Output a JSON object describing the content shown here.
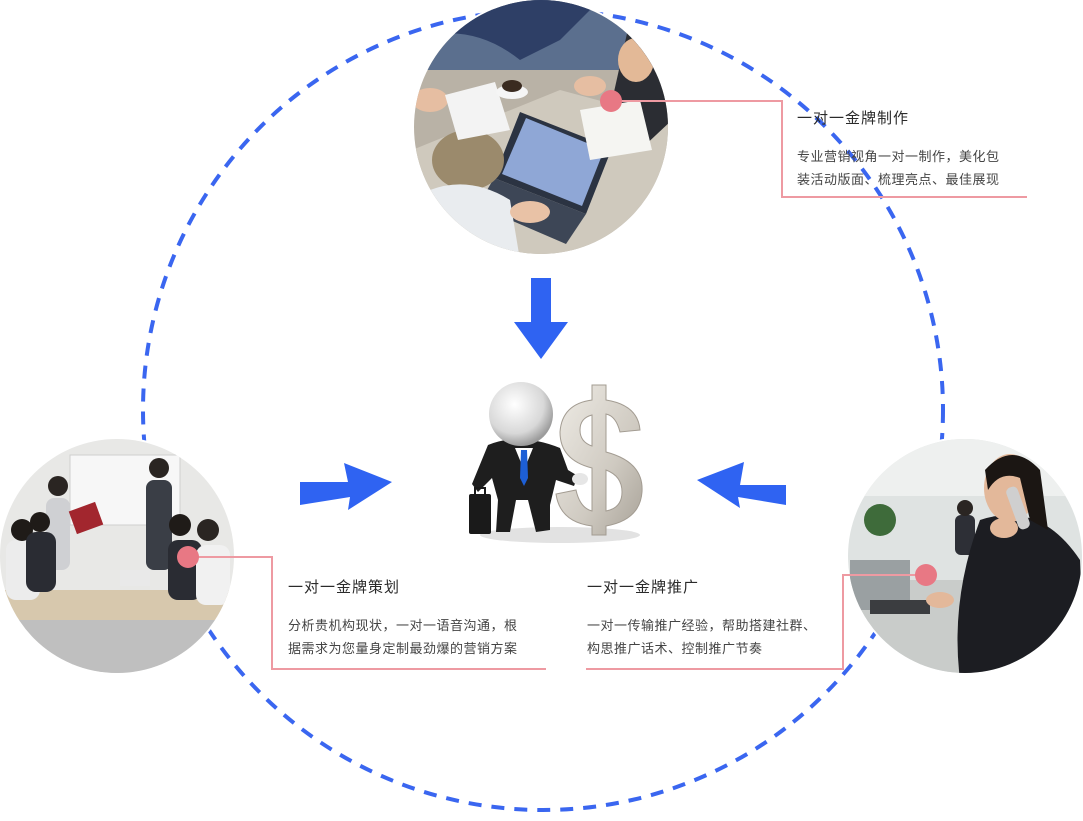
{
  "colors": {
    "dashed_circle": "#3a66f0",
    "arrow": "#2f63f2",
    "connector": "#ee9aa2",
    "dot": "#e87884"
  },
  "nodes": {
    "top": {
      "title": "一对一金牌制作",
      "desc_line1": "专业营销视角一对一制作，美化包",
      "desc_line2": "装活动版面、梳理亮点、最佳展现",
      "photo": "business-meeting-laptop-photo"
    },
    "left": {
      "title": "一对一金牌策划",
      "desc_line1": "分析贵机构现状，一对一语音沟通，根",
      "desc_line2": "据需求为您量身定制最劲爆的营销方案",
      "photo": "conference-room-meeting-photo"
    },
    "right": {
      "title": "一对一金牌推广",
      "desc_line1": "一对一传输推广经验，帮助搭建社群、",
      "desc_line2": "构思推广话术、控制推广节奏",
      "photo": "office-phone-call-photo"
    }
  },
  "center": {
    "figure": "businessman-with-dollar-sign-icon"
  }
}
